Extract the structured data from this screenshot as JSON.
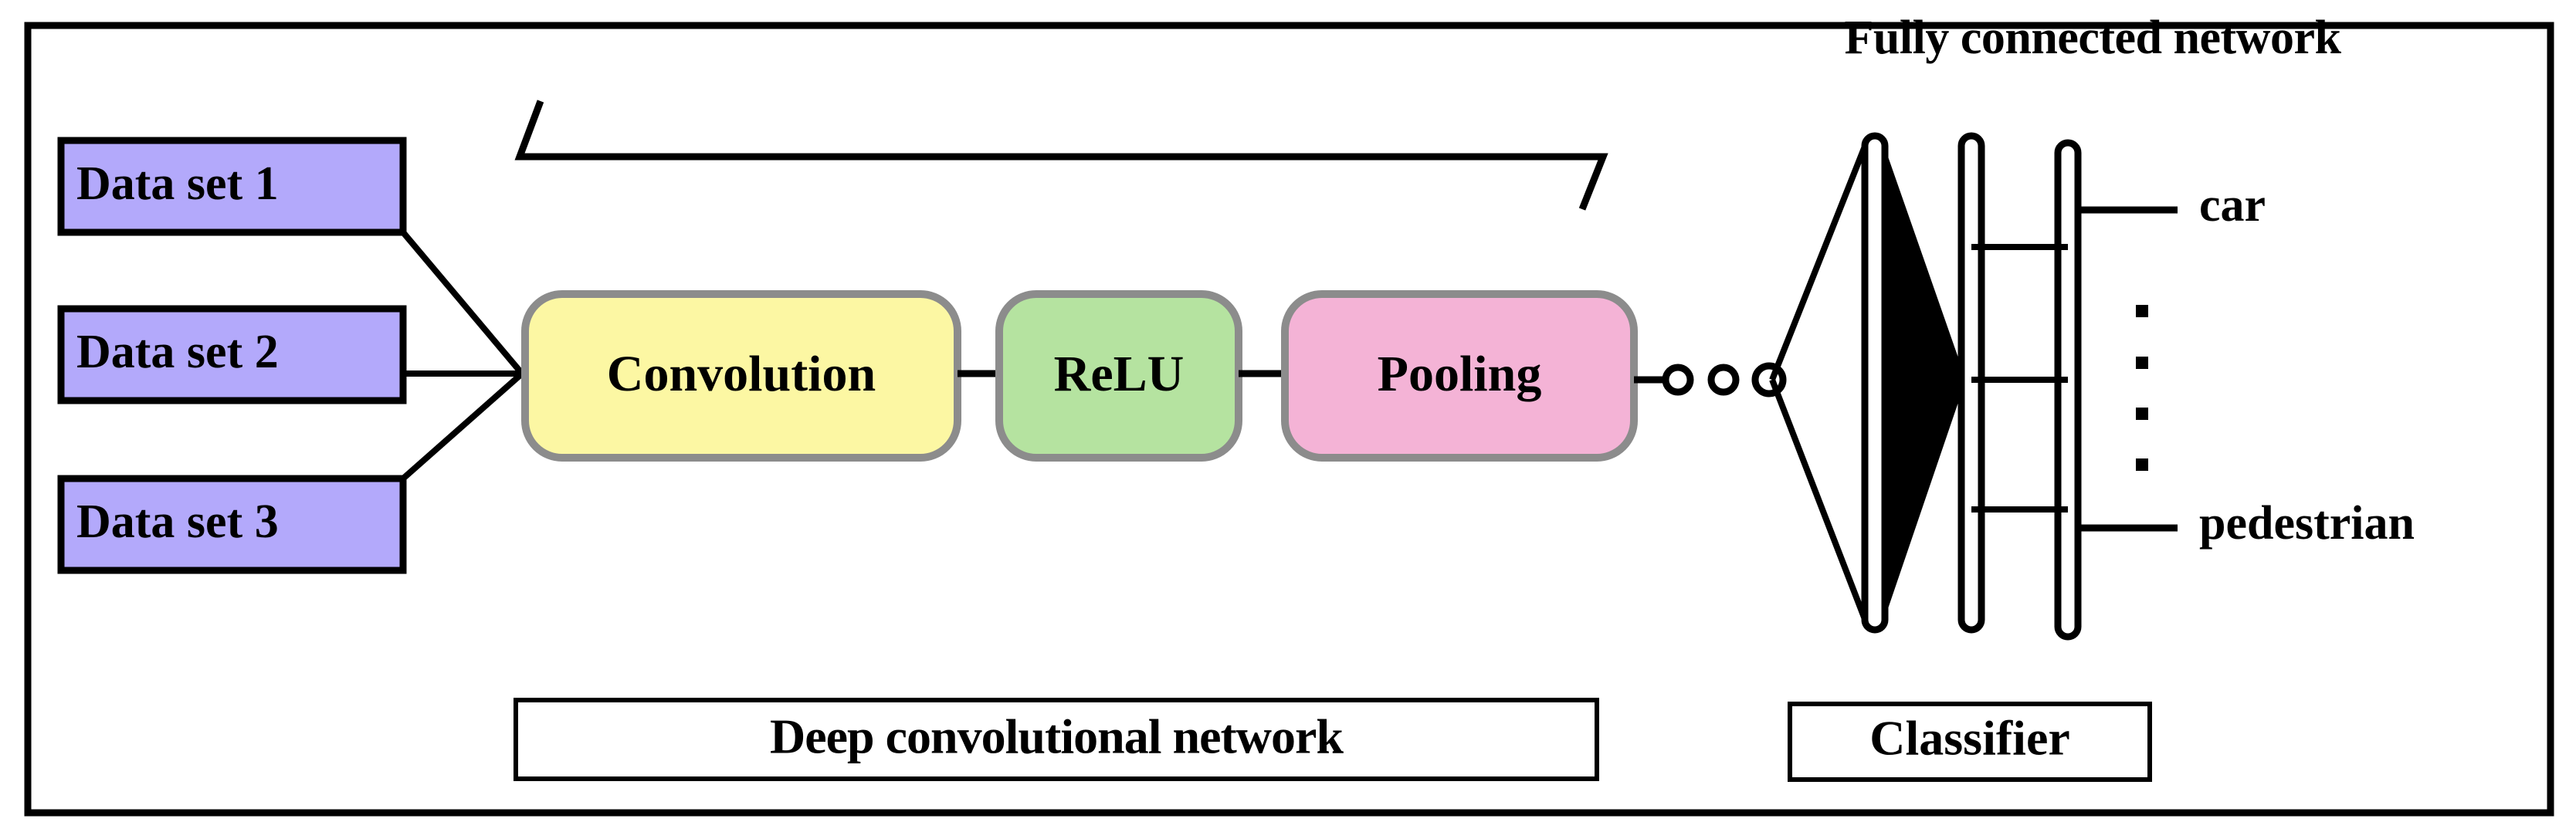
{
  "figure": {
    "kind": "cnn-pipeline-diagram",
    "background": "#ffffff",
    "frame_color": "#000000"
  },
  "inputs": {
    "group_name": "data-sets",
    "fill": "#b3a9fb",
    "stroke": "#000000",
    "items": [
      {
        "label": "Data set 1"
      },
      {
        "label": "Data set 2"
      },
      {
        "label": "Data set 3"
      }
    ]
  },
  "pipeline": {
    "span_label": "",
    "stages": [
      {
        "label": "Convolution",
        "fill": "#fcf7a3",
        "stroke": "#8c8c8c"
      },
      {
        "label": "ReLU",
        "fill": "#b5e3a0",
        "stroke": "#8c8c8c"
      },
      {
        "label": "Pooling",
        "fill": "#f4b3d6",
        "stroke": "#8c8c8c"
      }
    ],
    "ellipsis_nodes": 3,
    "caption": "Deep convolutional network"
  },
  "classifier": {
    "title": "Fully connected network",
    "caption": "Classifier",
    "layers": 3,
    "vertical_dots": "·",
    "dots_count": 4,
    "outputs": [
      {
        "label": "car"
      },
      {
        "label": "pedestrian"
      }
    ]
  }
}
